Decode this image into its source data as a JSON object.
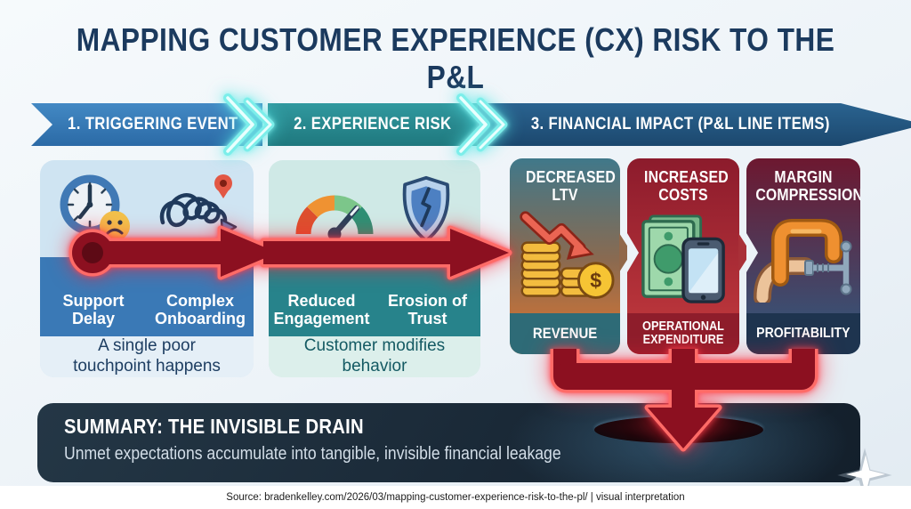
{
  "title": "MAPPING CUSTOMER EXPERIENCE (CX) RISK TO THE P&L",
  "stages": [
    {
      "label": "1. TRIGGERING EVENT"
    },
    {
      "label": "2. EXPERIENCE RISK"
    },
    {
      "label": "3. FINANCIAL IMPACT (P&L LINE ITEMS)"
    }
  ],
  "panels": [
    {
      "icons": [
        "clock-sad",
        "tangled-path"
      ],
      "tags": [
        "Support Delay",
        "Complex Onboarding"
      ],
      "caption": "A single poor touchpoint happens"
    },
    {
      "icons": [
        "gauge",
        "cracked-shield"
      ],
      "tags": [
        "Reduced Engagement",
        "Erosion of Trust"
      ],
      "caption": "Customer modifies behavior"
    }
  ],
  "impact_cards": [
    {
      "title": "DECREASED LTV",
      "icon": "coins-decline",
      "line_item": "REVENUE"
    },
    {
      "title": "INCREASED COSTS",
      "icon": "cash-phone",
      "line_item": "OPERATIONAL EXPENDITURE"
    },
    {
      "title": "MARGIN COMPRESSION",
      "icon": "clamp",
      "line_item": "PROFITABILITY"
    }
  ],
  "summary": {
    "heading": "SUMMARY: THE INVISIBLE DRAIN",
    "body": "Unmet expectations accumulate into tangible, invisible financial leakage"
  },
  "source": "Source: bradenkelley.com/2026/03/mapping-customer-experience-risk-to-the-pl/ | visual interpretation",
  "colors": {
    "title_navy": "#1b3a5e",
    "stage1_blue": "#2b6aa6",
    "stage2_teal": "#1f787e",
    "stage3_navy": "#1c486e",
    "glow_cyan": "#8cf2ee",
    "flow_arrow_red": "#8c1020",
    "flow_arrow_outline": "#ff6b67",
    "card1_gradient": [
      "#40788a",
      "#df7630"
    ],
    "card2_gradient": [
      "#8c1b2c",
      "#c43b3e"
    ],
    "card3_gradient": [
      "#6d1830",
      "#2f5c82"
    ],
    "revenue_band": "#2e6b77",
    "opex_band": "#8e1d2b",
    "profitability_band": "#1e344f",
    "summary_bg": "#1a2937"
  }
}
